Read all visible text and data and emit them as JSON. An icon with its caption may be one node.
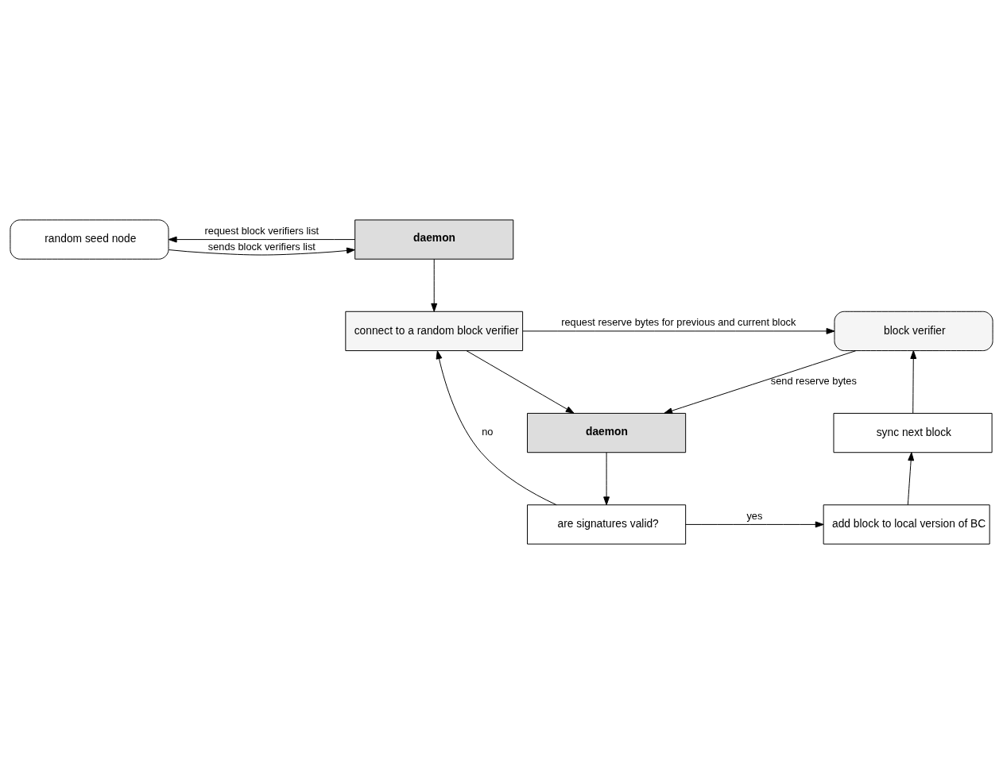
{
  "diagram": {
    "nodes": [
      {
        "text": [
          "random seed node"
        ]
      },
      {
        "text": [
          "daemon"
        ]
      },
      {
        "text": [
          "connect to a random block verifier"
        ]
      },
      {
        "text": [
          "block verifier"
        ]
      },
      {
        "text": [
          "daemon"
        ]
      },
      {
        "text": [
          "sync next block"
        ]
      },
      {
        "text": [
          "are signatures valid?"
        ]
      },
      {
        "text": [
          "add block to local version of BC"
        ]
      }
    ],
    "edges": [
      {
        "from": 1,
        "to": 0,
        "arrow": "to",
        "label": "request block verifiers list"
      },
      {
        "from": 0,
        "to": 1,
        "arrow": "to",
        "label": "sends block verifiers list"
      },
      {
        "from": 1,
        "to": 2,
        "arrow": "to"
      },
      {
        "from": 2,
        "to": 3,
        "arrow": "to",
        "label": "request reserve bytes for previous and current block"
      },
      {
        "from": 2,
        "to": 4,
        "arrow": "to"
      },
      {
        "from": 3,
        "to": 4,
        "arrow": "to",
        "label": "send reserve bytes"
      },
      {
        "from": 4,
        "to": 6,
        "arrow": "to"
      },
      {
        "from": 6,
        "to": 7,
        "arrow": "to",
        "label": "yes"
      },
      {
        "from": 6,
        "to": 2,
        "arrow": "to",
        "label": "no"
      },
      {
        "from": 7,
        "to": 5,
        "arrow": "to"
      },
      {
        "from": 5,
        "to": 3,
        "arrow": "to"
      }
    ]
  }
}
